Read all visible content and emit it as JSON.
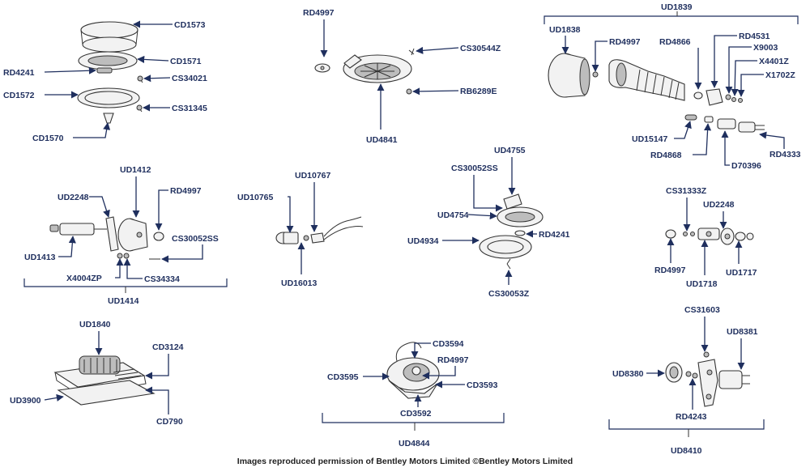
{
  "credit": "Images reproduced permission of Bentley Motors Limited ©Bentley Motors Limited",
  "groups": [
    {
      "id": "g1",
      "labels": [
        "CD1573",
        "CD1571",
        "RD4241",
        "CS34021",
        "CD1572",
        "CS31345",
        "CD1570"
      ]
    },
    {
      "id": "g2",
      "labels": [
        "RD4997",
        "CS30544Z",
        "RB6289E",
        "UD4841"
      ]
    },
    {
      "id": "g3",
      "labels": [
        "UD1839",
        "UD1838",
        "RD4997",
        "RD4866",
        "RD4531",
        "X9003",
        "X4401Z",
        "X1702Z",
        "UD15147",
        "RD4868",
        "D70396",
        "RD4333"
      ]
    },
    {
      "id": "g4",
      "labels": [
        "UD1412",
        "UD2248",
        "RD4997",
        "CS30052SS",
        "UD1413",
        "X4004ZP",
        "CS34334",
        "UD1414"
      ]
    },
    {
      "id": "g5",
      "labels": [
        "UD10767",
        "UD10765",
        "UD16013"
      ]
    },
    {
      "id": "g6",
      "labels": [
        "UD4755",
        "CS30052SS",
        "UD4754",
        "UD4934",
        "RD4241",
        "CS30053Z"
      ]
    },
    {
      "id": "g7",
      "labels": [
        "CS31333Z",
        "UD2248",
        "RD4997",
        "UD1718",
        "UD1717"
      ]
    },
    {
      "id": "g8",
      "labels": [
        "UD1840",
        "CD3124",
        "UD3900",
        "CD790"
      ]
    },
    {
      "id": "g9",
      "labels": [
        "CD3594",
        "RD4997",
        "CD3595",
        "CD3593",
        "CD3592",
        "UD4844"
      ]
    },
    {
      "id": "g10",
      "labels": [
        "CS31603",
        "UD8381",
        "UD8380",
        "RD4243",
        "UD8410"
      ]
    }
  ]
}
